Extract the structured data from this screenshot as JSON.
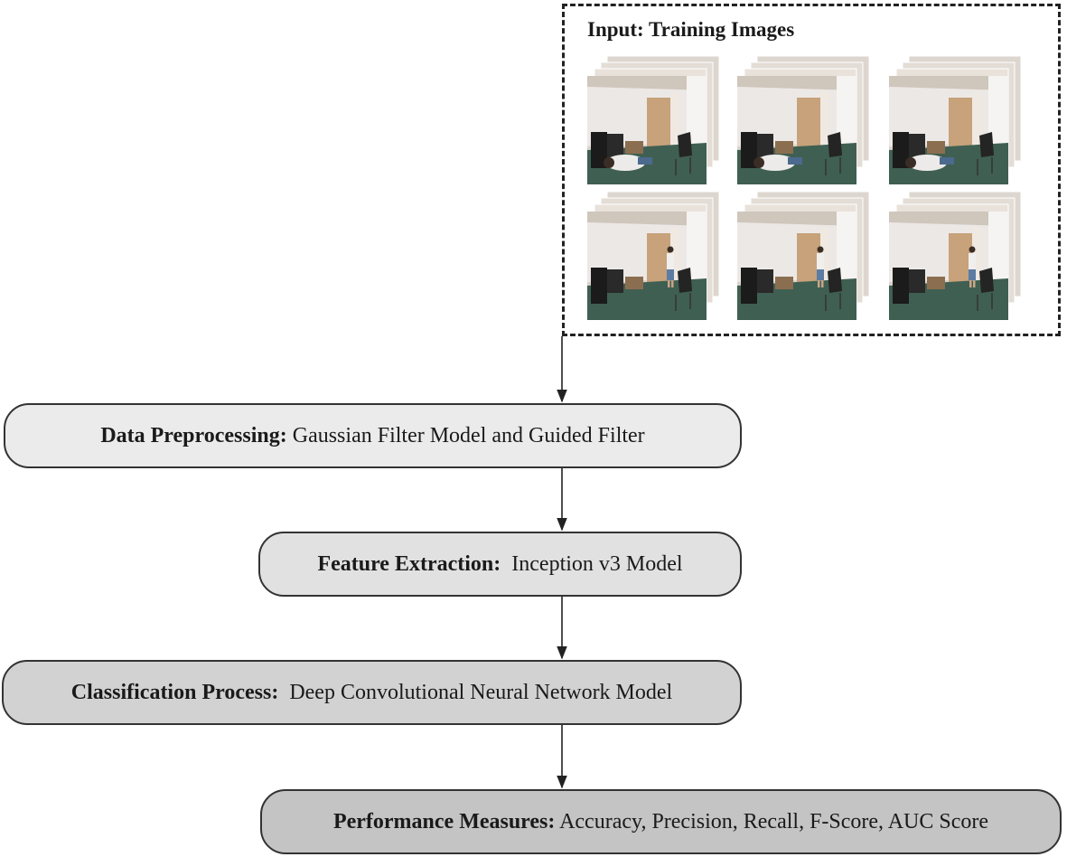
{
  "input": {
    "title": "Input: Training Images",
    "thumbnails": [
      {
        "id": "fall-1",
        "person": "lying"
      },
      {
        "id": "fall-2",
        "person": "lying"
      },
      {
        "id": "fall-3",
        "person": "lying"
      },
      {
        "id": "stand-1",
        "person": "standing"
      },
      {
        "id": "stand-2",
        "person": "standing"
      },
      {
        "id": "stand-3",
        "person": "standing"
      }
    ]
  },
  "stages": [
    {
      "label": "Data Preprocessing:",
      "text": " Gaussian Filter Model and Guided Filter"
    },
    {
      "label": "Feature Extraction:",
      "text": "  Inception v3 Model"
    },
    {
      "label": "Classification Process:",
      "text": "  Deep Convolutional Neural Network Model"
    },
    {
      "label": "Performance Measures:",
      "text": " Accuracy, Precision, Recall, F-Score, AUC Score"
    }
  ],
  "colors": {
    "stage_fills": [
      "#ebebeb",
      "#e1e1e1",
      "#d2d2d2",
      "#c4c4c4"
    ],
    "border": "#333333",
    "arrow": "#222222"
  }
}
